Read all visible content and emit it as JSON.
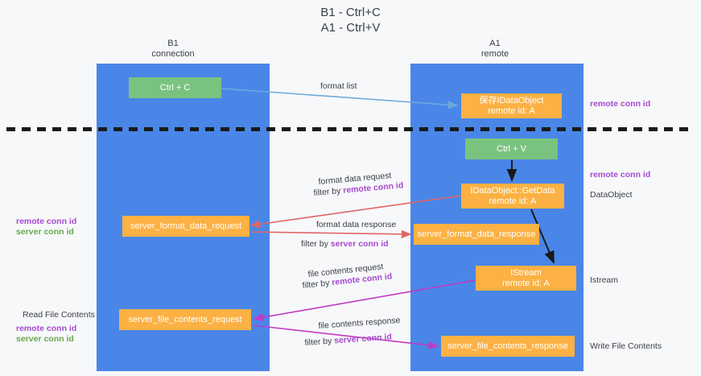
{
  "diagram": {
    "title": "B1 - Ctrl+C\nA1 - Ctrl+V",
    "lanes": [
      {
        "id": "b1",
        "label": "B1\nconnection",
        "color": "#4a86e8"
      },
      {
        "id": "a1",
        "label": "A1\nremote",
        "color": "#4a86e8"
      }
    ],
    "colors": {
      "lane": "#4a86e8",
      "green_box": "#7ac37f",
      "orange_box": "#fbb143",
      "remote_conn_id": "#a64ad0",
      "server_conn_id": "#6aa84f",
      "arrow_blue": "#6fa8dc",
      "arrow_red": "#e06666",
      "arrow_magenta": "#c13ac1",
      "arrow_black": "#1a1a1a",
      "background": "#f7f8fa",
      "text": "#3c4043"
    },
    "boxes": {
      "ctrl_c": "Ctrl + C",
      "save_idataobject": "保存IDataObject\nremote id: A",
      "ctrl_v": "Ctrl + V",
      "getdata": "IDataObject::GetData\nremote id: A",
      "server_format_data_request": "server_format_data_request",
      "server_format_data_response": "server_format_data_response",
      "istream": "IStream\nremote id: A",
      "server_file_contents_request": "server_file_contents_request",
      "server_file_contents_response": "server_file_contents_response"
    },
    "arrow_labels": {
      "format_list": "format list",
      "format_data_request": "format data request",
      "format_data_request_filter_prefix": "filter by ",
      "format_data_request_filter_key": "remote conn id",
      "format_data_response": "format data response",
      "format_data_response_filter_prefix": "filter by ",
      "format_data_response_filter_key": "server conn id",
      "file_contents_request": "file contents request",
      "file_contents_request_filter_prefix": "filter by ",
      "file_contents_request_filter_key": "remote conn id",
      "file_contents_response": "file contents response",
      "file_contents_response_filter_prefix": "filter by ",
      "file_contents_response_filter_key": "server conn id"
    },
    "annotations_right": {
      "remote_conn_id_top": "remote conn id",
      "remote_conn_id_mid": "remote conn id",
      "dataobject": "DataObject",
      "istream": "Istream",
      "write_file_contents": "Write File Contents"
    },
    "annotations_left": {
      "remote_conn_id_1": "remote conn id",
      "server_conn_id_1": "server conn id",
      "read_file_contents": "Read File Contents",
      "remote_conn_id_2": "remote conn id",
      "server_conn_id_2": "server conn id"
    }
  }
}
